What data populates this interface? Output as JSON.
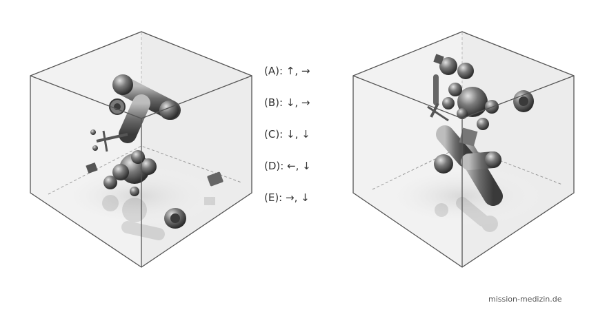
{
  "options": [
    {
      "label": "(A): ↑, →"
    },
    {
      "label": "(B): ↓, →"
    },
    {
      "label": "(C): ↓, ↓"
    },
    {
      "label": "(D): ←, ↓"
    },
    {
      "label": "(E): →, ↓"
    }
  ],
  "watermark": "mission-medizin.de",
  "colors": {
    "cube_edge": "#555555",
    "object": "#6e6e6e",
    "object_highlight": "#cfcfcf"
  }
}
